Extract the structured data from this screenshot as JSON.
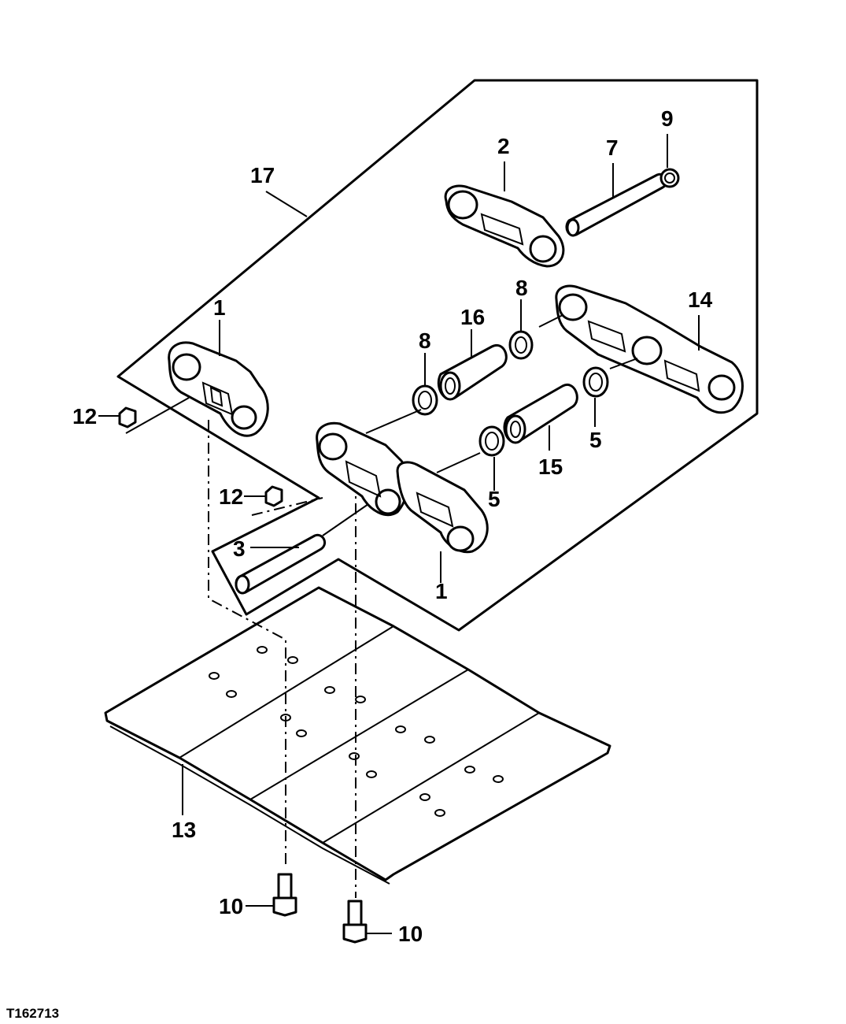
{
  "figure_code": "T162713",
  "callouts": {
    "c1a": "1",
    "c1b": "1",
    "c2": "2",
    "c3": "3",
    "c5a": "5",
    "c5b": "5",
    "c7": "7",
    "c8a": "8",
    "c8b": "8",
    "c9": "9",
    "c10a": "10",
    "c10b": "10",
    "c12a": "12",
    "c12b": "12",
    "c13": "13",
    "c14": "14",
    "c15": "15",
    "c16": "16",
    "c17": "17"
  }
}
